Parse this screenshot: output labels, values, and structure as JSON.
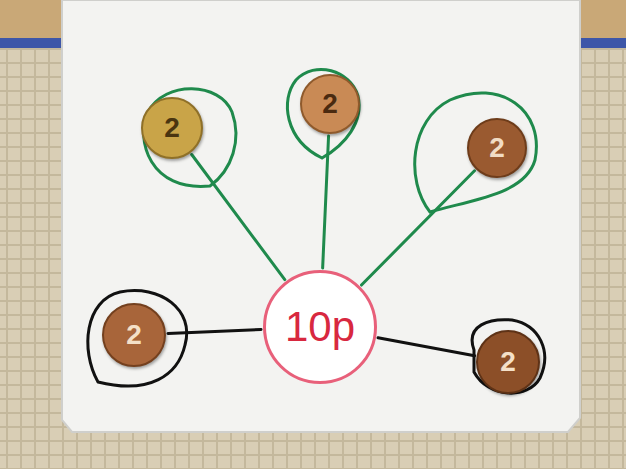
{
  "diagram": {
    "nodes": [
      {
        "text": [
          "2"
        ]
      },
      {
        "text": [
          "2"
        ]
      },
      {
        "text": [
          "2"
        ]
      },
      {
        "text": [
          "2"
        ]
      },
      {
        "text": [
          "10p"
        ]
      },
      {
        "text": [
          "2"
        ]
      }
    ],
    "edges": [
      {
        "from": 4,
        "to": 0,
        "arrow": "none"
      },
      {
        "from": 4,
        "to": 1,
        "arrow": "none"
      },
      {
        "from": 4,
        "to": 2,
        "arrow": "none"
      },
      {
        "from": 4,
        "to": 3,
        "arrow": "none"
      },
      {
        "from": 4,
        "to": 5,
        "arrow": "none"
      }
    ]
  }
}
